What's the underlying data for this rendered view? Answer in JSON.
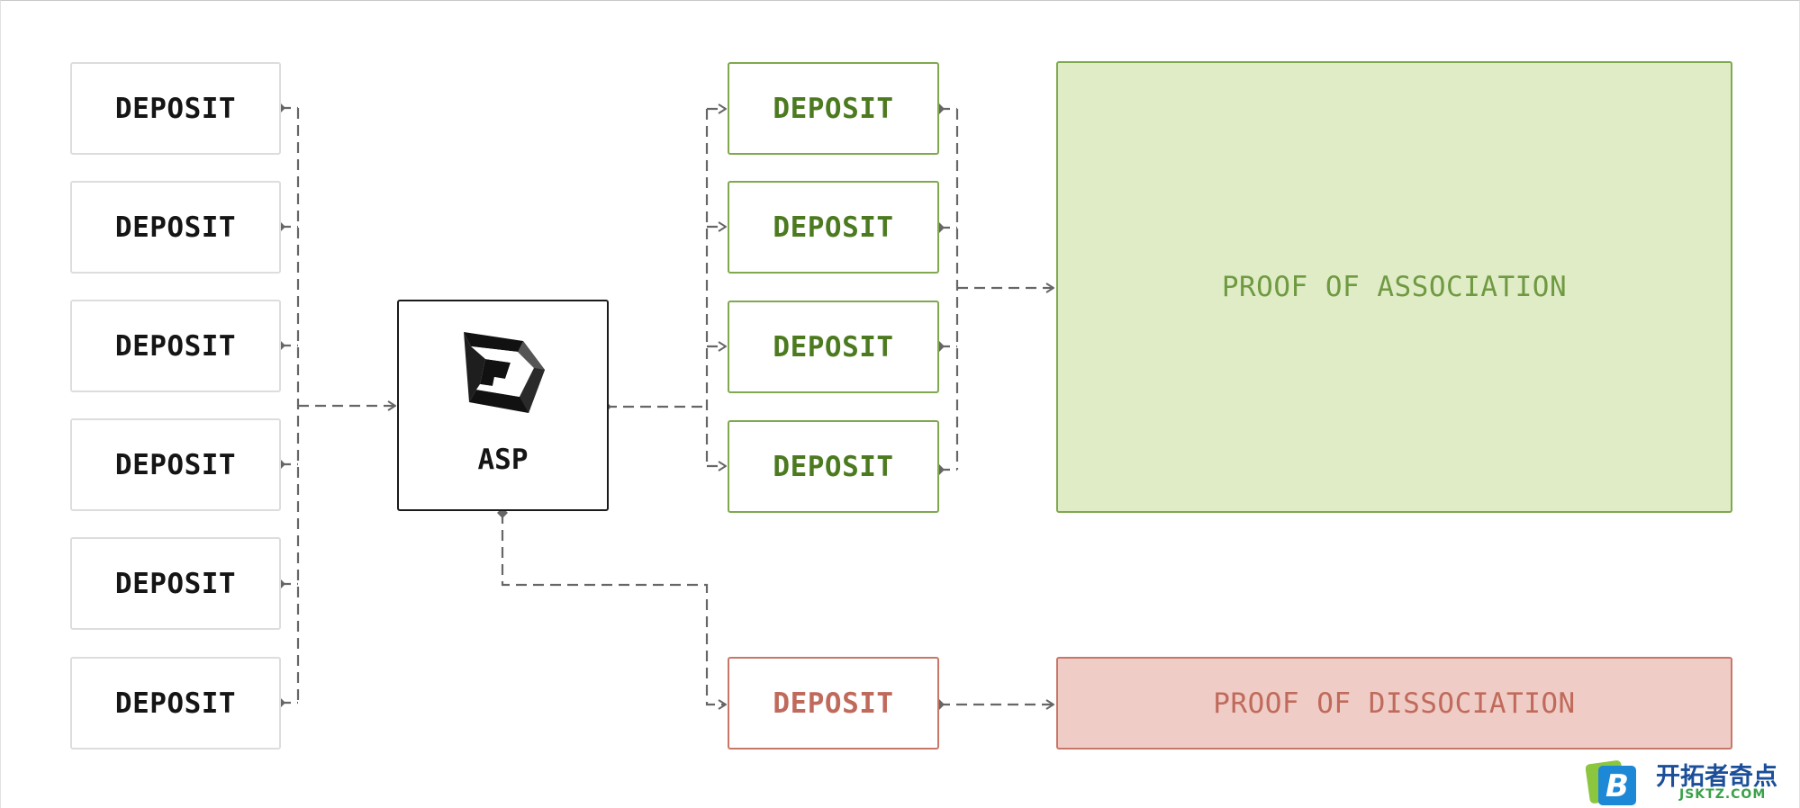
{
  "diagram": {
    "input_deposits": [
      "DEPOSIT",
      "DEPOSIT",
      "DEPOSIT",
      "DEPOSIT",
      "DEPOSIT",
      "DEPOSIT"
    ],
    "asp": {
      "label": "ASP",
      "logo_icon": "asp-logo-icon"
    },
    "associated_deposits": [
      "DEPOSIT",
      "DEPOSIT",
      "DEPOSIT",
      "DEPOSIT"
    ],
    "dissociated_deposit": "DEPOSIT",
    "proof_of_association": "PROOF OF ASSOCIATION",
    "proof_of_dissociation": "PROOF OF DISSOCIATION"
  },
  "watermark": {
    "title": "开拓者奇点",
    "subtitle": "JSKTZ.COM"
  },
  "colors": {
    "association_border": "#7fa84f",
    "association_fill": "#e0ecc6",
    "association_text": "#4b7a1f",
    "dissociation_border": "#c87767",
    "dissociation_fill": "#efcdc6",
    "dissociation_text": "#c06a5c",
    "connector": "#666666"
  }
}
